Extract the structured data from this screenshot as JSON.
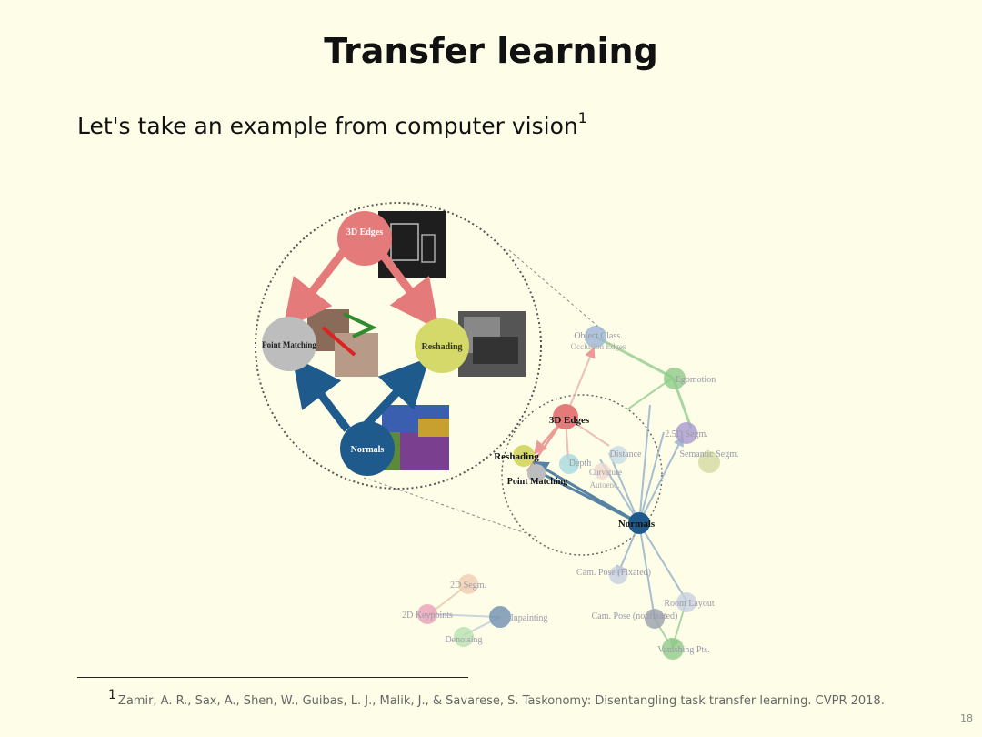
{
  "slide": {
    "title": "Transfer learning",
    "body_text": "Let's take an example from computer vision",
    "body_footnote_mark": "1",
    "page_number": "18"
  },
  "figure": {
    "zoom_nodes": {
      "top": "3D Edges",
      "left": "Point Matching",
      "right": "Reshading",
      "bottom": "Normals"
    },
    "graph_nodes": {
      "edges3d": "3D Edges",
      "reshading": "Reshading",
      "point_matching": "Point Matching",
      "normals": "Normals",
      "object_class": "Object Class.",
      "occlusion": "Occlusion Edges",
      "egomotion": "Egomotion",
      "layout": "2.5D Segm.",
      "semantic": "Semantic Segm.",
      "distance": "Distance",
      "depth": "Depth",
      "autoenc": "Autoenc.",
      "curvature": "Curvature",
      "cam_pose_fix": "Cam. Pose (Fixated)",
      "cam_pose_nonfix": "Cam. Pose (nonfixated)",
      "room_layout": "Room Layout",
      "vanishing": "Vanishing Pts.",
      "segm2d": "2D Segm.",
      "keypoints2d": "2D Keypoints",
      "denoising": "Denoising",
      "inpainting": "Inpainting"
    },
    "colors": {
      "edges": "#e57a7a",
      "normals": "#1f5a8c",
      "reshading": "#d4d96a",
      "point_matching": "#bdbdbd",
      "egomotion": "#8fc98a"
    }
  },
  "footnote": {
    "mark": "1",
    "text": "Zamir, A. R., Sax, A., Shen, W., Guibas, L. J., Malik, J., & Savarese, S. Taskonomy: Disentangling task transfer learning. CVPR 2018."
  }
}
